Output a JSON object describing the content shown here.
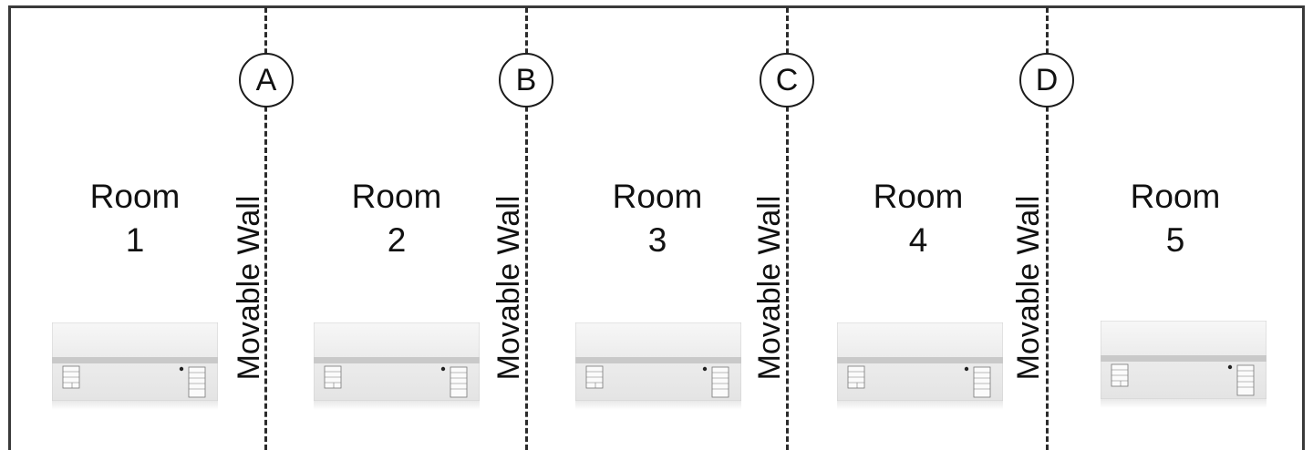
{
  "diagram": {
    "walls": [
      {
        "marker": "A",
        "label": "Movable Wall"
      },
      {
        "marker": "B",
        "label": "Movable Wall"
      },
      {
        "marker": "C",
        "label": "Movable Wall"
      },
      {
        "marker": "D",
        "label": "Movable Wall"
      }
    ],
    "rooms": [
      {
        "word": "Room",
        "number": "1"
      },
      {
        "word": "Room",
        "number": "2"
      },
      {
        "word": "Room",
        "number": "3"
      },
      {
        "word": "Room",
        "number": "4"
      },
      {
        "word": "Room",
        "number": "5"
      }
    ],
    "colors": {
      "wall_line": "#2b2b2b",
      "keypad_face": "#ececec",
      "keypad_band": "#c9c9c9"
    }
  }
}
